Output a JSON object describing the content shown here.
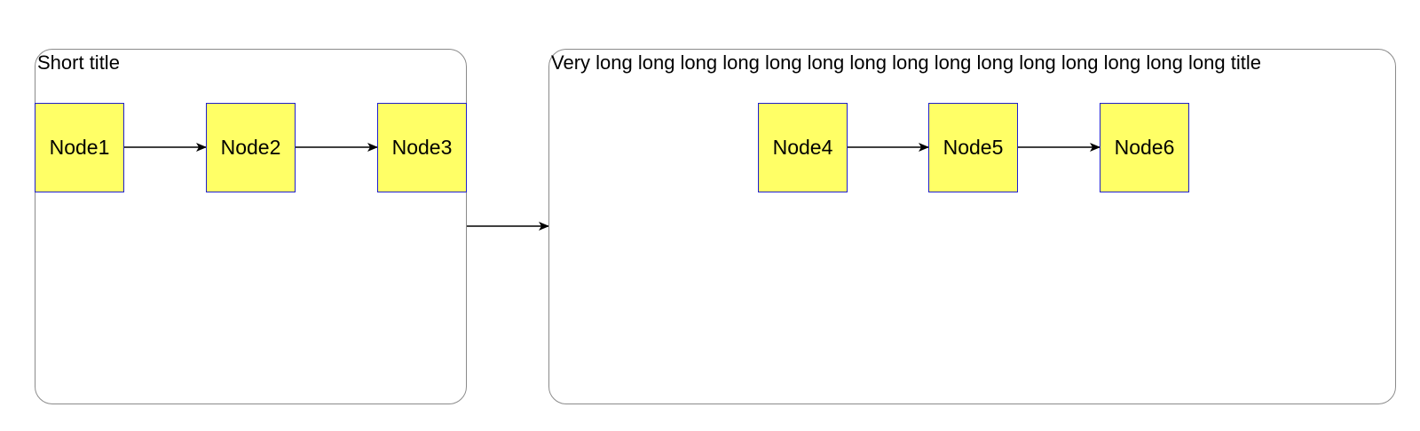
{
  "colors": {
    "node_fill": "#ffff66",
    "node_border": "#1f1fcc",
    "group_border": "#8a8a8a",
    "edge": "#000000"
  },
  "groups": [
    {
      "id": "group-a",
      "title": "Short title"
    },
    {
      "id": "group-b",
      "title": "Very long long long long long long long long long long long long long long long title"
    }
  ],
  "nodes": [
    {
      "id": "node-1",
      "label": "Node1",
      "group": "group-a"
    },
    {
      "id": "node-2",
      "label": "Node2",
      "group": "group-a"
    },
    {
      "id": "node-3",
      "label": "Node3",
      "group": "group-a"
    },
    {
      "id": "node-4",
      "label": "Node4",
      "group": "group-b"
    },
    {
      "id": "node-5",
      "label": "Node5",
      "group": "group-b"
    },
    {
      "id": "node-6",
      "label": "Node6",
      "group": "group-b"
    }
  ],
  "edges": [
    {
      "from": "node-1",
      "to": "node-2"
    },
    {
      "from": "node-2",
      "to": "node-3"
    },
    {
      "from": "group-a",
      "to": "group-b"
    },
    {
      "from": "node-4",
      "to": "node-5"
    },
    {
      "from": "node-5",
      "to": "node-6"
    }
  ]
}
